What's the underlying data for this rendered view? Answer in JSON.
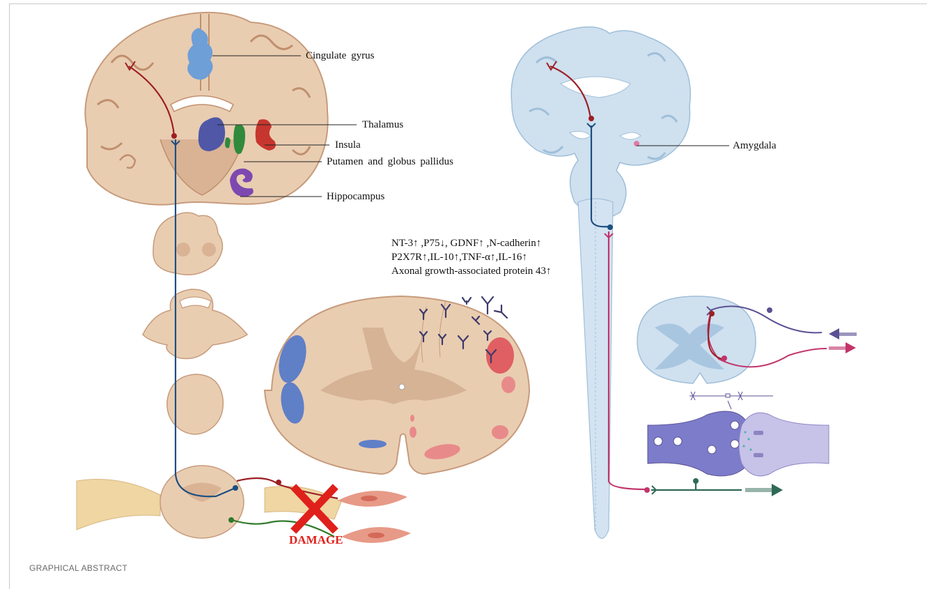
{
  "caption": "GRAPHICAL ABSTRACT",
  "labels": {
    "cingulate": "Cingulate gyrus",
    "thalamus": "Thalamus",
    "insula": "Insula",
    "putamen": "Putamen and globus pallidus",
    "hippocampus": "Hippocampus",
    "amygdala": "Amygdala",
    "damage": "DAMAGE"
  },
  "markers": [
    "NT-3↑ ,P75↓, GDNF↑ ,N-cadherin↑",
    "P2X7R↑,IL-10↑,TNF-α↑,IL-16↑",
    "Axonal growth-associated protein 43↑"
  ],
  "colors": {
    "tissue": "#e8c9a9",
    "grey_matter": "#c9a88a",
    "blue_brain": "#cfe0ef",
    "motor_path": "#1c4f80",
    "upper_neuron": "#9c1f24",
    "sensory_path": "#c2346a",
    "efferent_green": "#2f6a55",
    "damage_red": "#e0201b"
  }
}
